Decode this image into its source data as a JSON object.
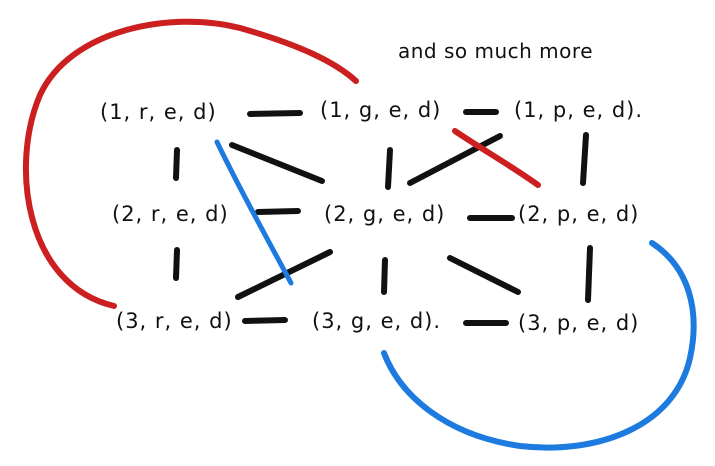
{
  "caption": "and so much more",
  "nodes": {
    "n1r": "(1, r, e, d)",
    "n1g": "(1, g, e, d)",
    "n1p": "(1, p, e, d).",
    "n2r": "(2, r, e, d)",
    "n2g": "(2, g, e, d)",
    "n2p": "(2, p, e, d)",
    "n3r": "(3, r, e, d)",
    "n3g": "(3, g, e, d).",
    "n3p": "(3, p, e, d)"
  },
  "colors": {
    "ink": "#111111",
    "red": "#cc1f1f",
    "blue": "#1d7be0"
  }
}
